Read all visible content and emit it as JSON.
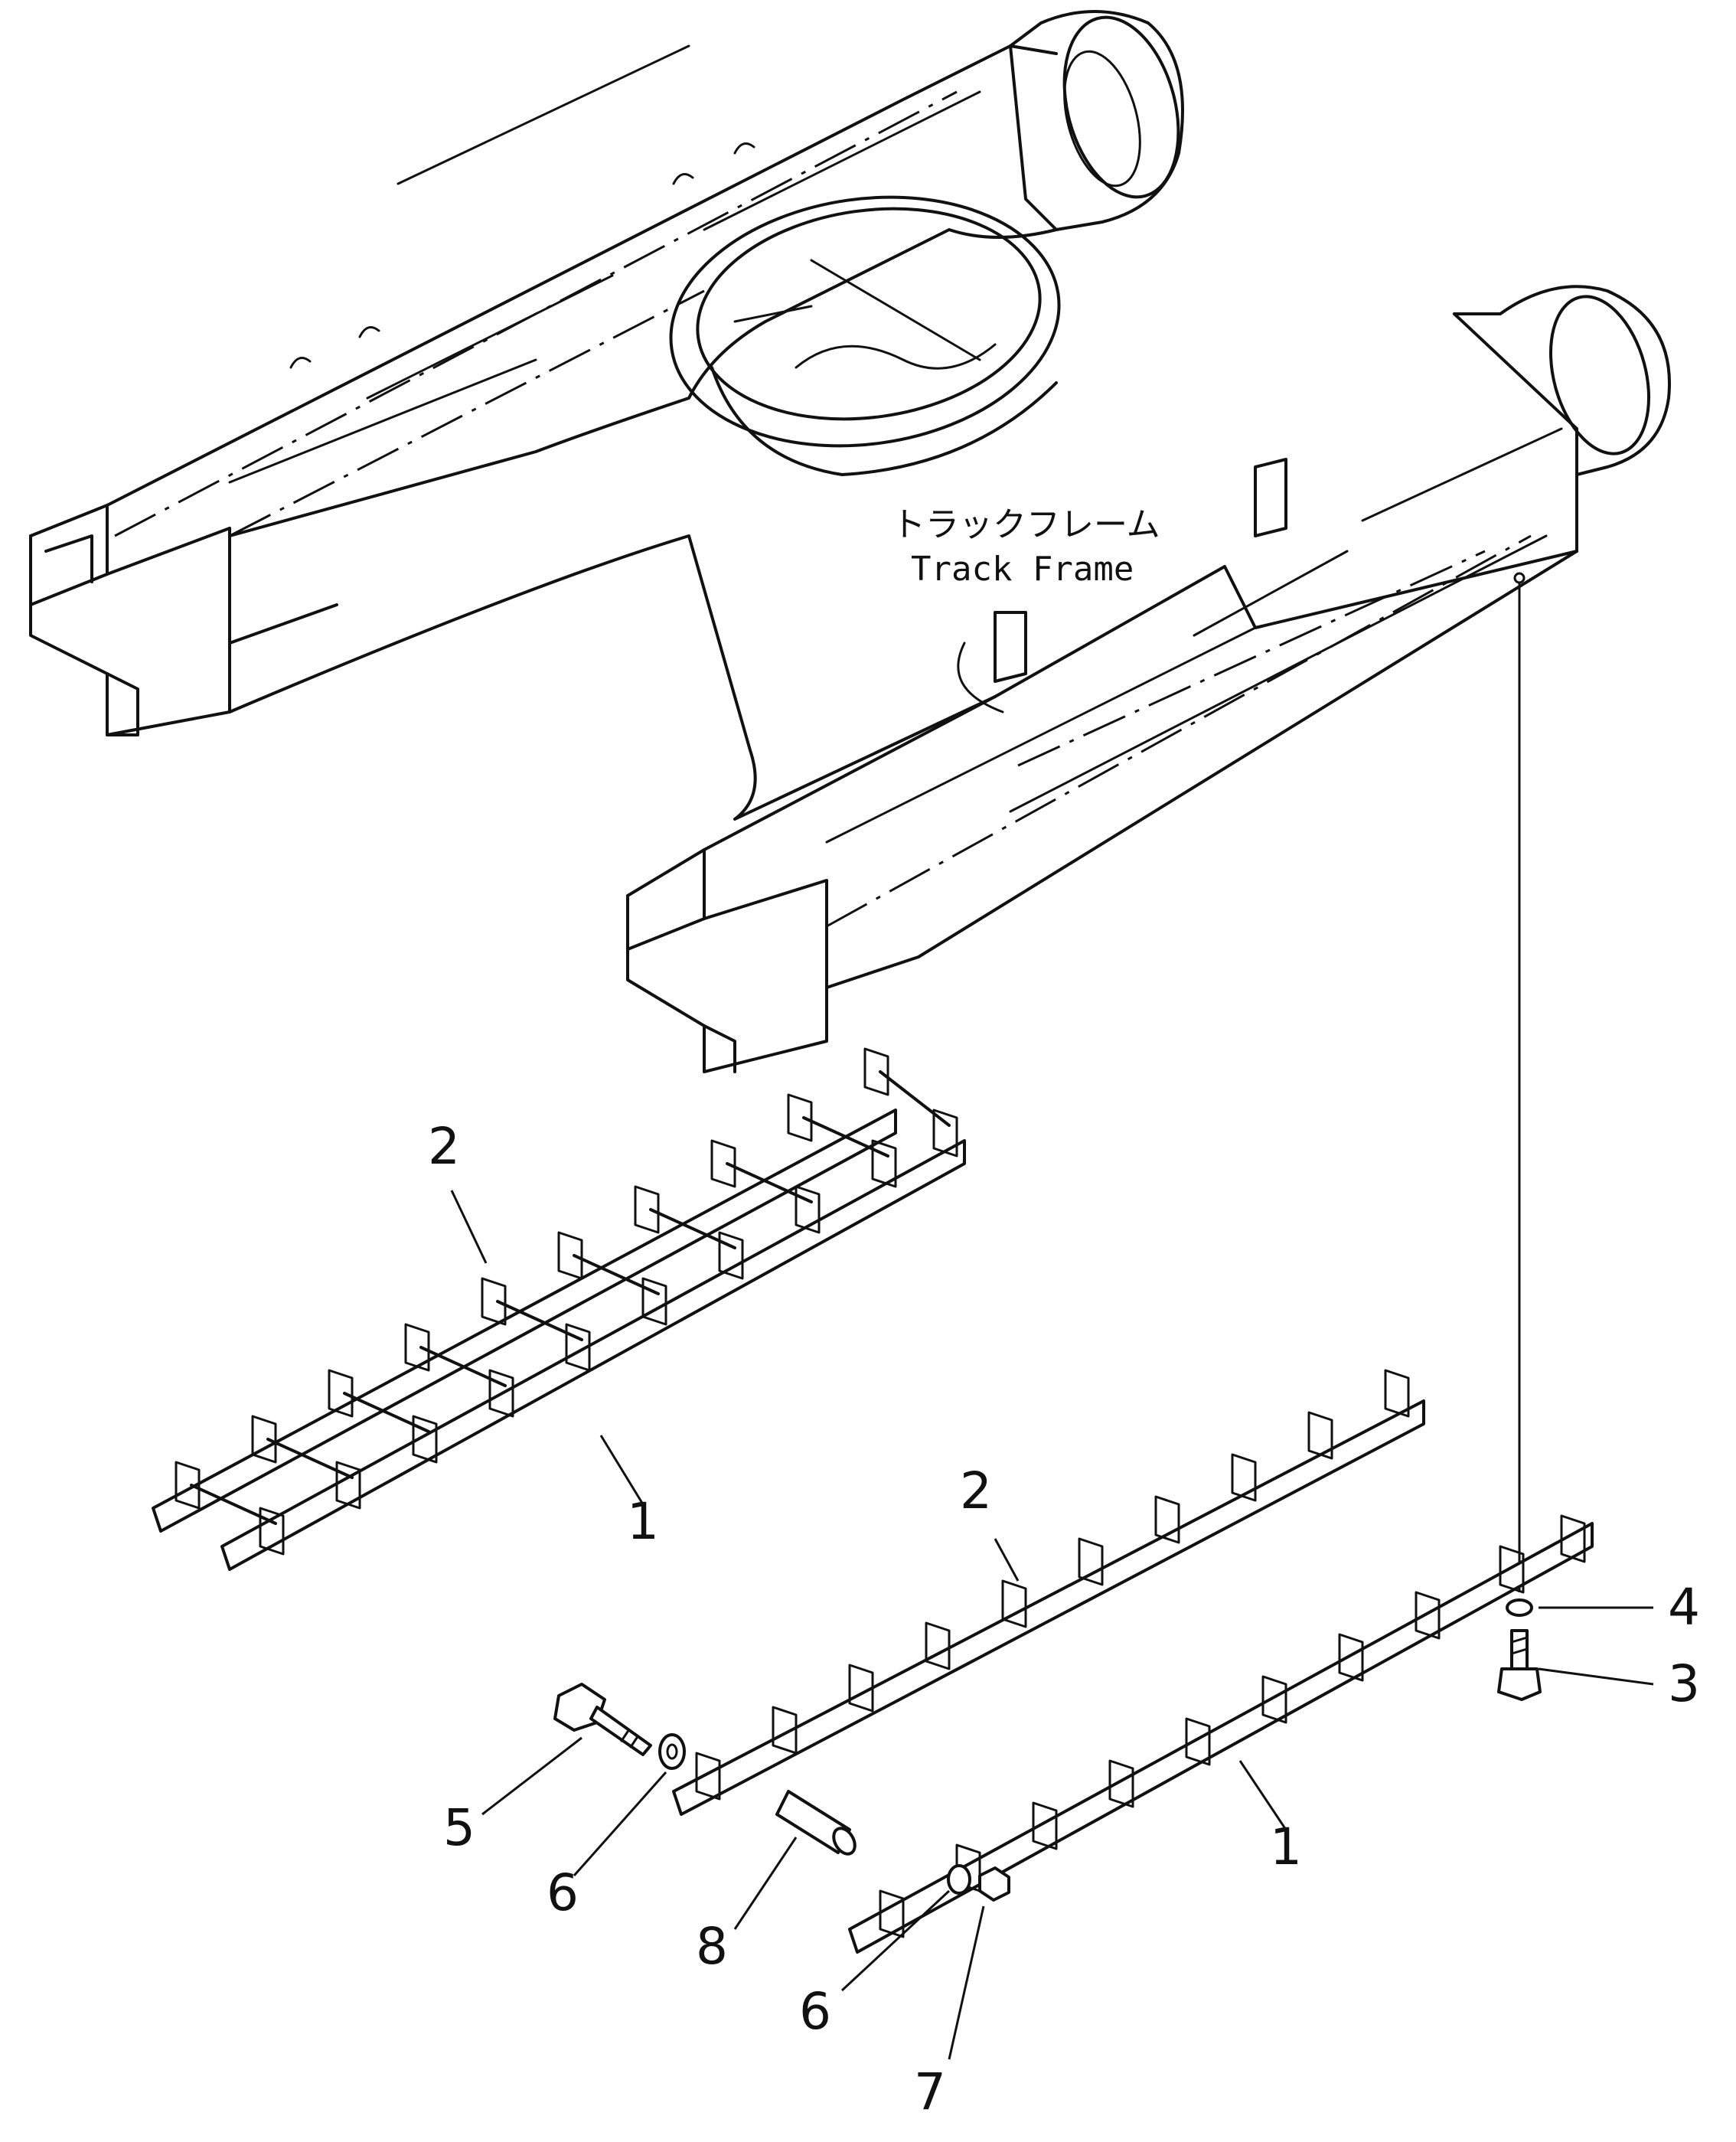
{
  "frame_label": {
    "japanese": "トラックフレーム",
    "english": "Track Frame"
  },
  "callouts": [
    {
      "id": "c2a",
      "text": "2"
    },
    {
      "id": "c1a",
      "text": "1"
    },
    {
      "id": "c2b",
      "text": "2"
    },
    {
      "id": "c1b",
      "text": "1"
    },
    {
      "id": "c4",
      "text": "4"
    },
    {
      "id": "c3",
      "text": "3"
    },
    {
      "id": "c5",
      "text": "5"
    },
    {
      "id": "c6a",
      "text": "6"
    },
    {
      "id": "c8",
      "text": "8"
    },
    {
      "id": "c6b",
      "text": "6"
    },
    {
      "id": "c7",
      "text": "7"
    }
  ]
}
